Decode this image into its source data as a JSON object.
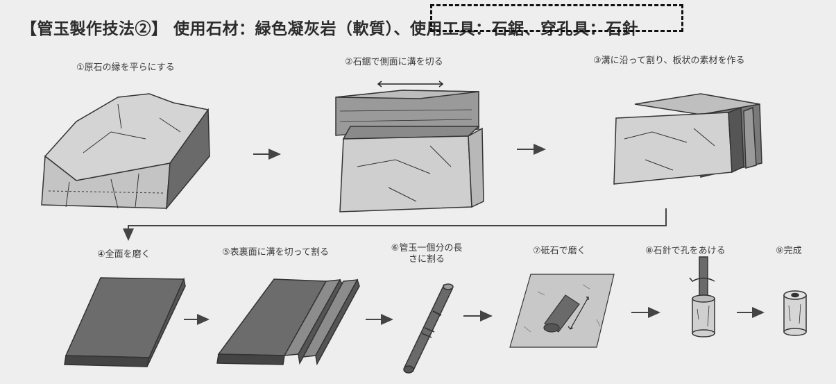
{
  "title": "【管玉製作技法②】 使用石材：緑色凝灰岩（軟質）、使用工具：石鋸、穿孔具：石針",
  "steps": [
    "①原石の縁を平らにする",
    "②石鋸で側面に溝を切る",
    "③溝に沿って割り、板状の素材を作る",
    "④全面を磨く",
    "⑤表裏面に溝を切って割る",
    "⑥管玉一個分の長さに割る",
    "⑦砥石で磨く",
    "⑧石針で孔をあける",
    "⑨完成"
  ],
  "colors": {
    "background": "#eeeeee",
    "stone_light": "#cfcfcf",
    "stone_dark": "#5f5f5f",
    "line": "#2b2b2b"
  }
}
